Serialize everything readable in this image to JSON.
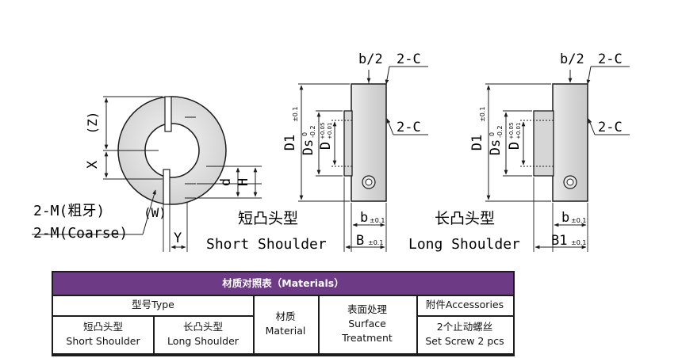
{
  "drawing": {
    "front_view": {
      "z_label": "(Z)",
      "x_label": "X",
      "d_label": "d",
      "h_label": "H",
      "w_label": "(W)",
      "y_label": "Y",
      "thread_fine": "2-M(粗牙)",
      "thread_coarse": "2-M(Coarse)"
    },
    "short_shoulder": {
      "title_cn": "短凸头型",
      "title_en": "Short Shoulder",
      "b2": "b/2",
      "chamfer_top": "2-C",
      "chamfer_side": "2-C",
      "D1": "D1",
      "D1_tol": "±0.1",
      "Ds": "Ds",
      "Ds_tol_upper": "0",
      "Ds_tol_lower": "-0.2",
      "D": "D",
      "D_tol_upper": "+0.05",
      "D_tol_lower": "+0.01",
      "b": "b",
      "b_tol": "±0.1",
      "B": "B",
      "B_tol": "±0.1"
    },
    "long_shoulder": {
      "title_cn": "长凸头型",
      "title_en": "Long Shoulder",
      "b2": "b/2",
      "chamfer_top": "2-C",
      "chamfer_side": "2-C",
      "D1": "D1",
      "D1_tol": "±0.1",
      "Ds": "Ds",
      "Ds_tol_upper": "0",
      "Ds_tol_lower": "-0.2",
      "D": "D",
      "D_tol_upper": "+0.05",
      "D_tol_lower": "+0.01",
      "b": "b",
      "b_tol": "±0.1",
      "B": "B1",
      "B_tol": "±0.1"
    }
  },
  "table": {
    "title": "材质对照表（Materials）",
    "type_header": "型号Type",
    "short_cn": "短凸头型",
    "short_en": "Short Shoulder",
    "long_cn": "长凸头型",
    "long_en": "Long Shoulder",
    "material_cn": "材质",
    "material_en": "Material",
    "surface_cn": "表面处理",
    "surface_en1": "Surface",
    "surface_en2": "Treatment",
    "accessories": "附件Accessories",
    "acc_cn": "2个止动螺丝",
    "acc_en": "Set Screw 2 pcs"
  },
  "colors": {
    "header_bg": "#6d3a86",
    "part_fill": "#dcdcdc",
    "line": "#1c1c1c"
  }
}
